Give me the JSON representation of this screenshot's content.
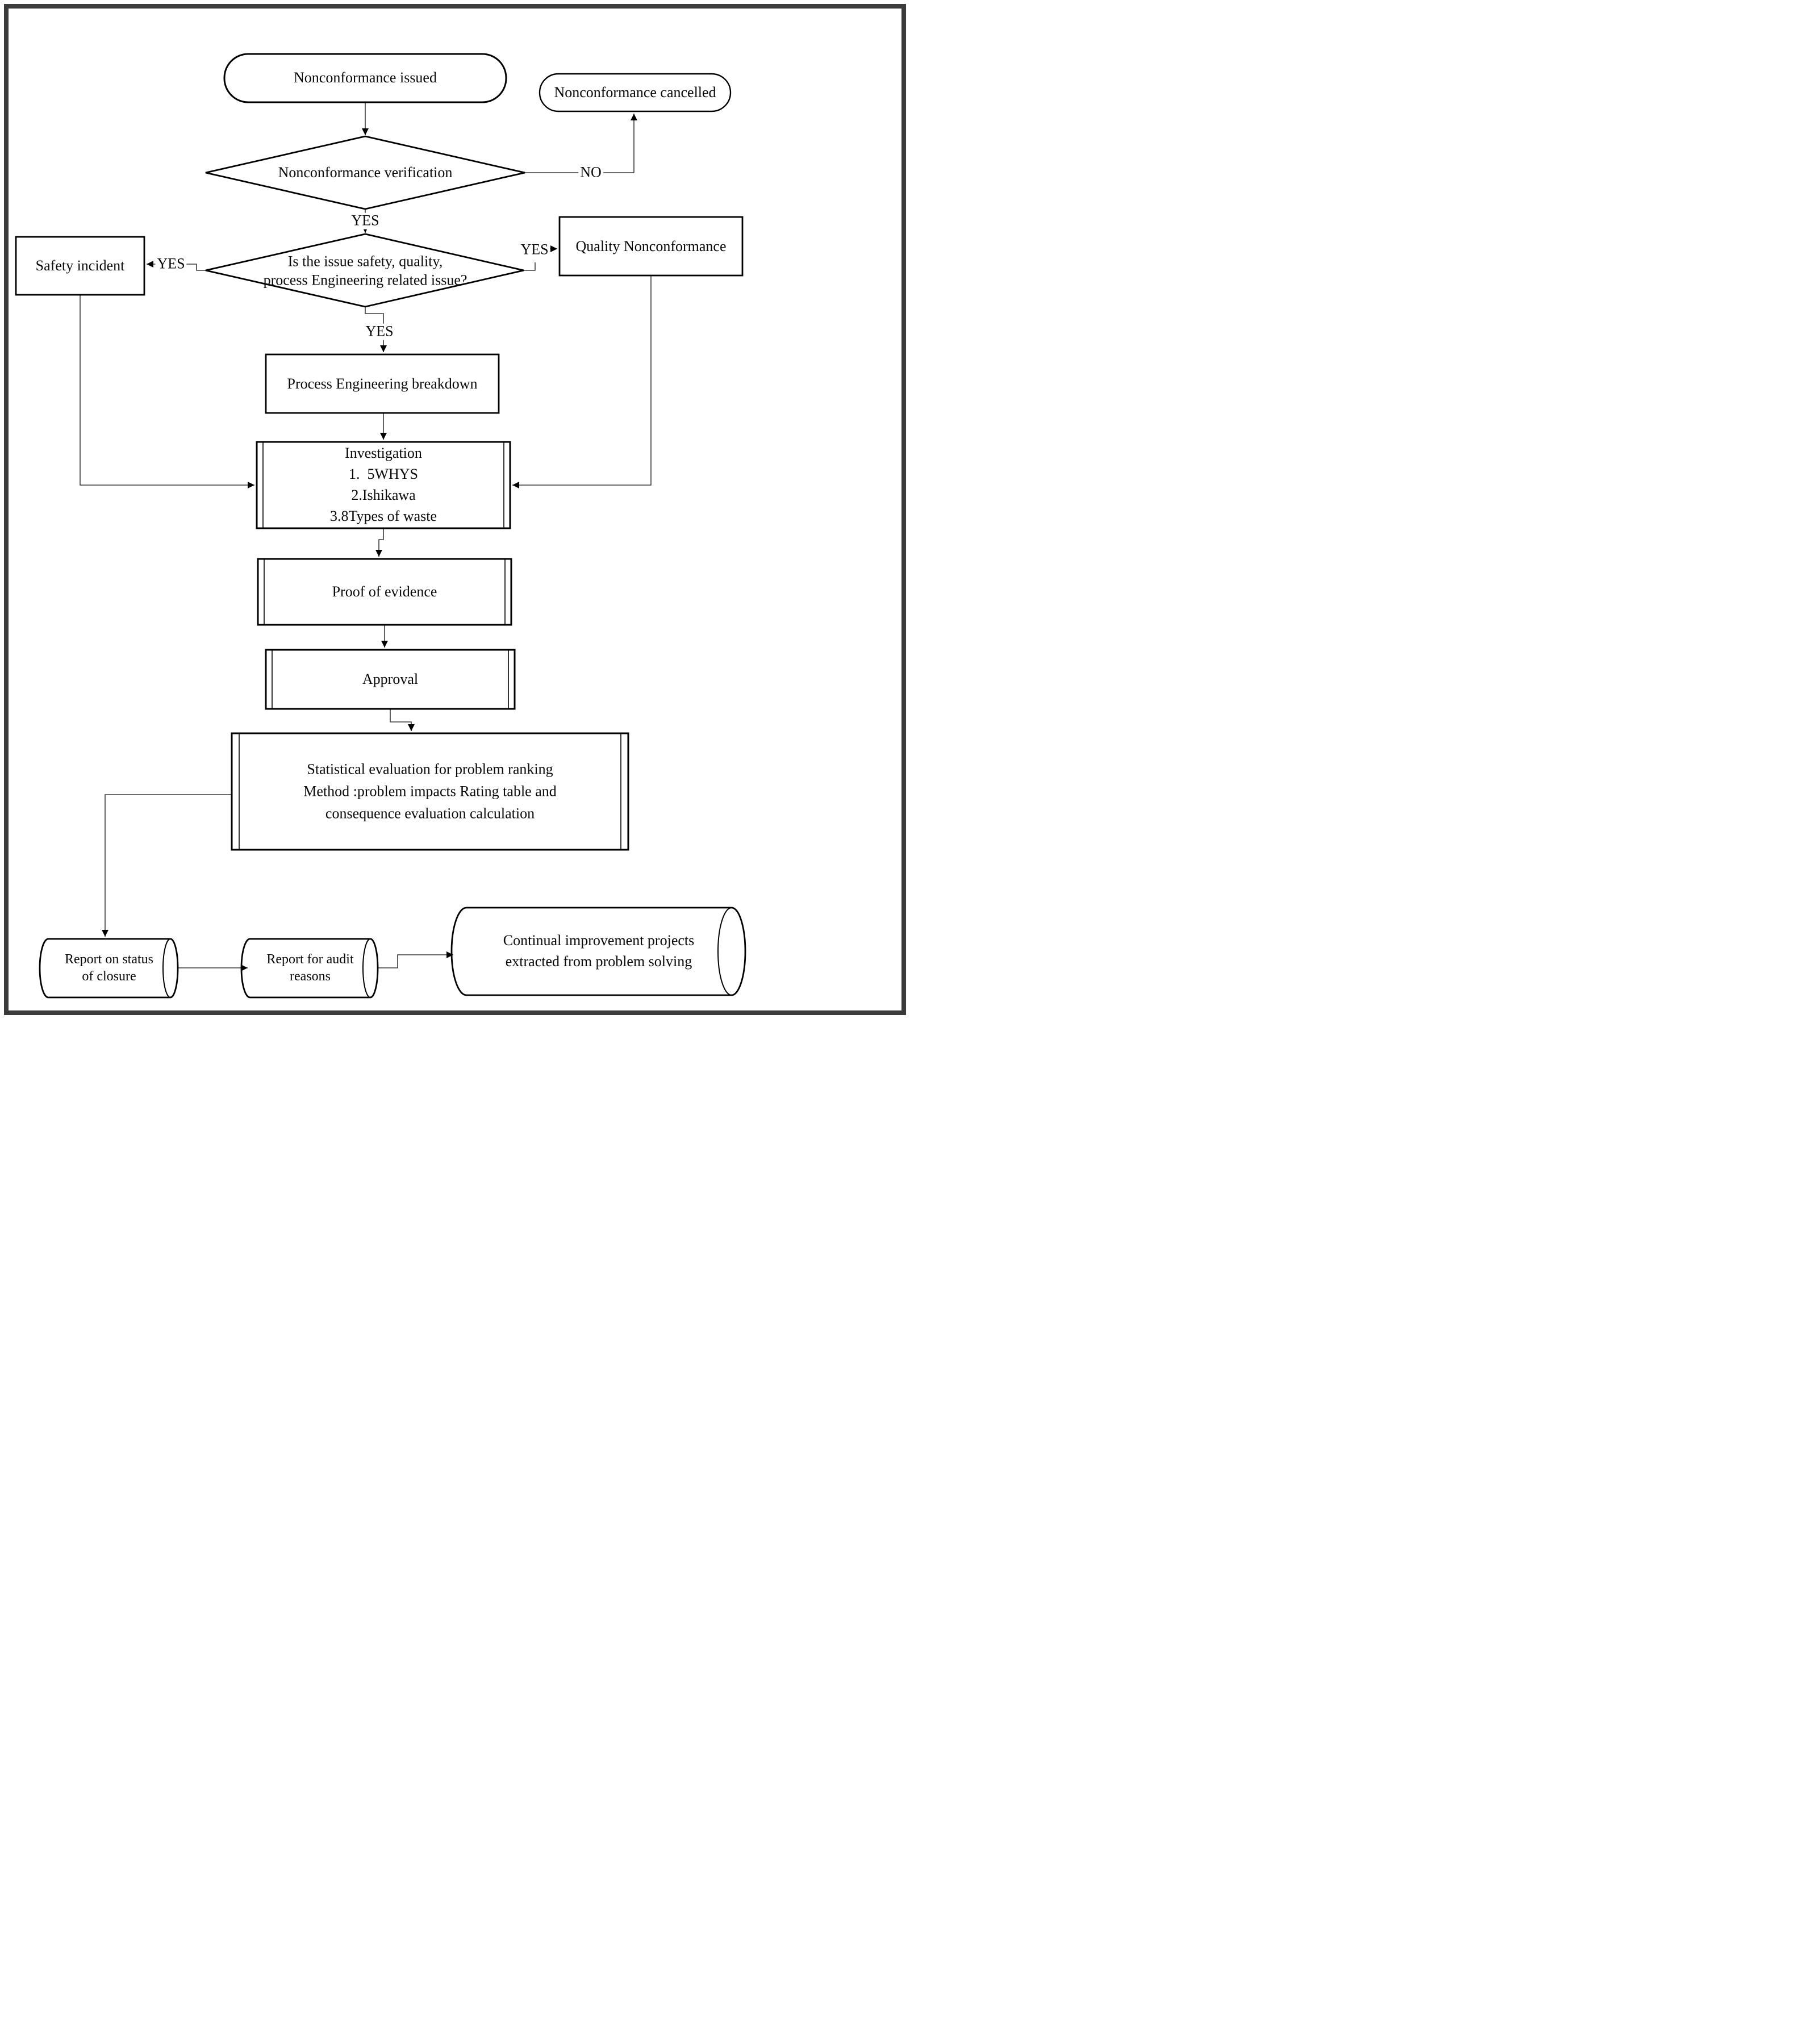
{
  "diagram": {
    "title": "Nonconformance handling flowchart",
    "colors": {
      "shape_stroke": "#000000",
      "connector_stroke": "#3c3c3c",
      "page_border": "#3b3b3b",
      "background": "#ffffff",
      "text": "#0a0a0a"
    },
    "nodes": {
      "issued": {
        "type": "terminator",
        "label": "Nonconformance issued"
      },
      "cancelled": {
        "type": "terminator",
        "label": "Nonconformance cancelled"
      },
      "verification": {
        "type": "decision",
        "label": "Nonconformance verification"
      },
      "triage": {
        "type": "decision",
        "label": "Is the issue safety, quality,\nprocess Engineering related issue?"
      },
      "safety": {
        "type": "process",
        "label": "Safety incident"
      },
      "quality": {
        "type": "process",
        "label": "Quality Nonconformance"
      },
      "breakdown": {
        "type": "process",
        "label": "Process Engineering breakdown"
      },
      "investigation": {
        "type": "predefined",
        "label": "Investigation\n1.  5WHYS\n2.Ishikawa\n3.8Types of waste"
      },
      "proof": {
        "type": "predefined",
        "label": "Proof of evidence"
      },
      "approval": {
        "type": "predefined",
        "label": "Approval"
      },
      "statistical": {
        "type": "predefined",
        "label": "Statistical evaluation for problem ranking\nMethod :problem impacts Rating table and\nconsequence evaluation calculation"
      },
      "report_status": {
        "type": "stored-data",
        "label": "Report on status\nof closure"
      },
      "report_audit": {
        "type": "stored-data",
        "label": "Report for audit\nreasons"
      },
      "continual": {
        "type": "stored-data",
        "label": "Continual improvement projects\nextracted from problem solving"
      }
    },
    "edge_labels": {
      "no_cancelled": "NO",
      "yes_verified": "YES",
      "yes_safety": "YES",
      "yes_quality": "YES",
      "yes_process": "YES"
    }
  }
}
